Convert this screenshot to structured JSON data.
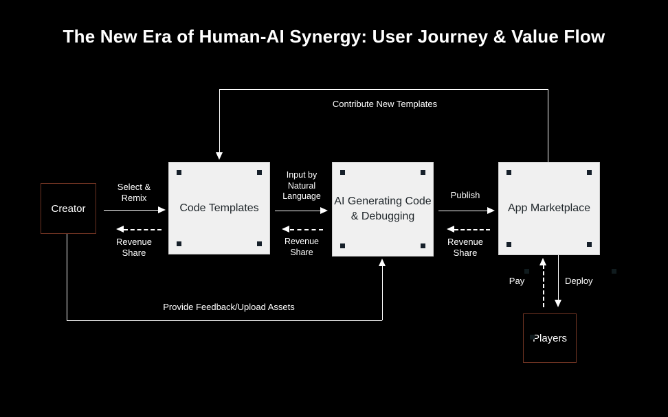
{
  "title": "The New Era of Human-AI Synergy: User Journey & Value Flow",
  "colors": {
    "background": "#000000",
    "node_light_fill": "#f0f0f0",
    "node_light_text": "#20272b",
    "node_dark_border": "#6e3322",
    "edge": "#ffffff",
    "handle": "#16202a"
  },
  "nodes": {
    "creator": {
      "label": "Creator",
      "style": "dark"
    },
    "code_templates": {
      "label": "Code Templates",
      "style": "light"
    },
    "ai_generating": {
      "label": "AI Generating\nCode &\nDebugging",
      "style": "light"
    },
    "app_marketplace": {
      "label": "App\nMarketplace",
      "style": "light"
    },
    "players": {
      "label": "Players",
      "style": "dark"
    }
  },
  "edges": {
    "select_remix": {
      "label": "Select &\nRemix",
      "style": "solid",
      "direction": "right"
    },
    "revenue_share_1": {
      "label": "Revenue\nShare",
      "style": "dashed",
      "direction": "left"
    },
    "input_natural_language": {
      "label": "Input by\nNatural\nLanguage",
      "style": "solid",
      "direction": "right"
    },
    "revenue_share_2": {
      "label": "Revenue\nShare",
      "style": "dashed",
      "direction": "left"
    },
    "publish": {
      "label": "Publish",
      "style": "solid",
      "direction": "right"
    },
    "revenue_share_3": {
      "label": "Revenue\nShare",
      "style": "dashed",
      "direction": "left"
    },
    "contribute_new_templates": {
      "label": "Contribute New Templates",
      "style": "solid",
      "direction": "down"
    },
    "provide_feedback": {
      "label": "Provide Feedback/Upload Assets",
      "style": "solid",
      "direction": "up"
    },
    "pay": {
      "label": "Pay",
      "style": "dashed",
      "direction": "up"
    },
    "deploy": {
      "label": "Deploy",
      "style": "solid",
      "direction": "down"
    }
  }
}
